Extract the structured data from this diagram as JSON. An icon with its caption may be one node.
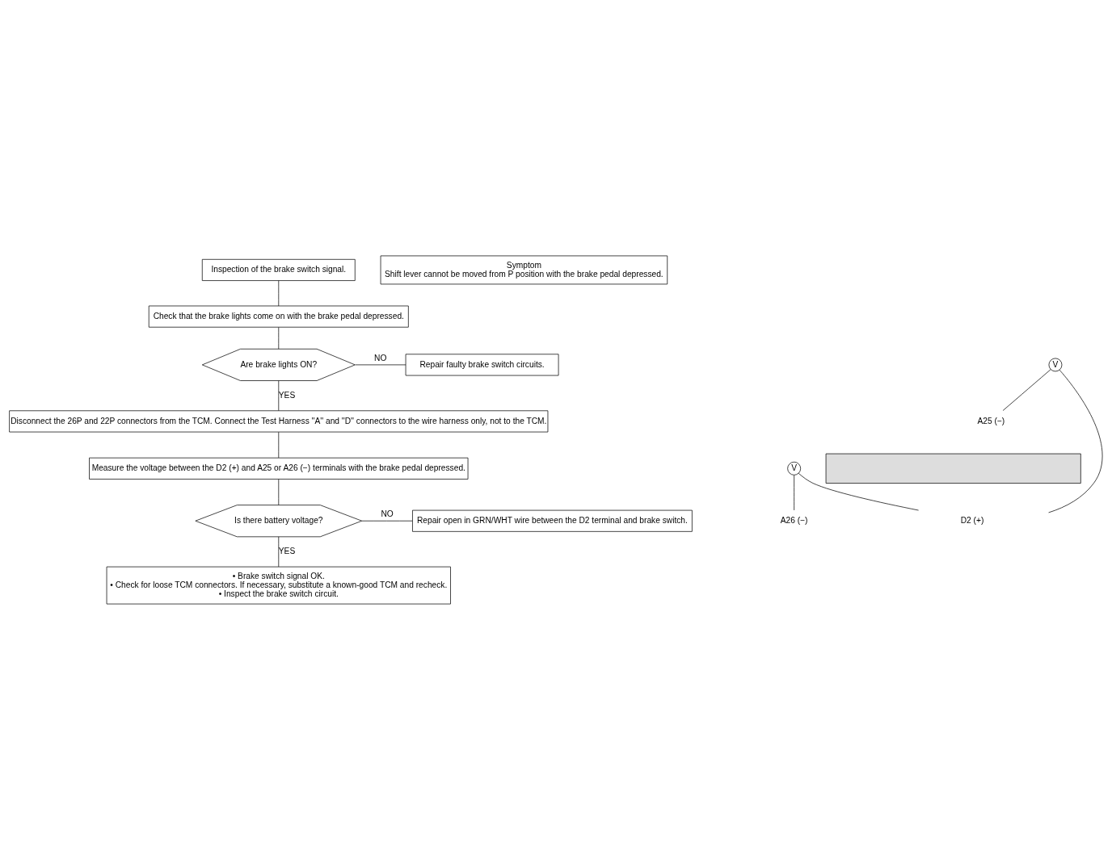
{
  "diagram": {
    "nodes": [
      {
        "text": [
          "Inspection of the brake switch signal."
        ]
      },
      {
        "text": [
          "Check that the brake lights come on with the brake pedal depressed."
        ]
      },
      {
        "text": [
          "Are brake lights ON?"
        ]
      },
      {
        "text": [
          "Repair faulty brake switch circuits."
        ]
      },
      {
        "text": [
          "Disconnect the 26P and 22P connectors from the TCM. Connect the Test Harness ''A'' and ''D'' connectors to the wire harness only, not to the TCM."
        ]
      },
      {
        "text": [
          "Measure the voltage between the D2 (+) and A25 or A26 (−) terminals with the brake pedal depressed."
        ]
      },
      {
        "text": [
          "Is there battery voltage?"
        ]
      },
      {
        "text": [
          "Repair open in GRN/WHT wire between the D2 terminal and brake switch."
        ]
      },
      {
        "text": [
          "• Brake switch signal OK.",
          "• Check for loose TCM connectors. If necessary, substitute a known-good TCM and recheck.",
          "• Inspect the brake switch circuit."
        ]
      },
      {
        "text": [
          "Symptom",
          "Shift lever cannot be moved from P position with the brake pedal depressed."
        ]
      },
      {
        "text": [],
        "shape": "box"
      },
      {
        "text": [
          "A25 (−)"
        ]
      },
      {
        "text": [
          "A26 (−)"
        ]
      },
      {
        "text": [
          "D2 (+)"
        ]
      },
      {
        "text": [
          "V"
        ]
      },
      {
        "text": [
          "V"
        ]
      }
    ],
    "edges": [
      {
        "from": 0,
        "to": 1,
        "arrow": "none"
      },
      {
        "from": 1,
        "to": 2,
        "arrow": "none"
      },
      {
        "from": 2,
        "to": 3,
        "arrow": "none",
        "label": "NO"
      },
      {
        "from": 2,
        "to": 4,
        "arrow": "none",
        "label": "YES"
      },
      {
        "from": 4,
        "to": 5,
        "arrow": "none"
      },
      {
        "from": 5,
        "to": 6,
        "arrow": "none"
      },
      {
        "from": 6,
        "to": 7,
        "arrow": "none",
        "label": "NO"
      },
      {
        "from": 6,
        "to": 8,
        "arrow": "none",
        "label": "YES"
      },
      {
        "from": 14,
        "to": 11,
        "arrow": "none"
      },
      {
        "from": 14,
        "to": 13,
        "arrow": "none"
      },
      {
        "from": 15,
        "to": 12,
        "arrow": "none"
      },
      {
        "from": 15,
        "to": 13,
        "arrow": "none"
      }
    ]
  }
}
